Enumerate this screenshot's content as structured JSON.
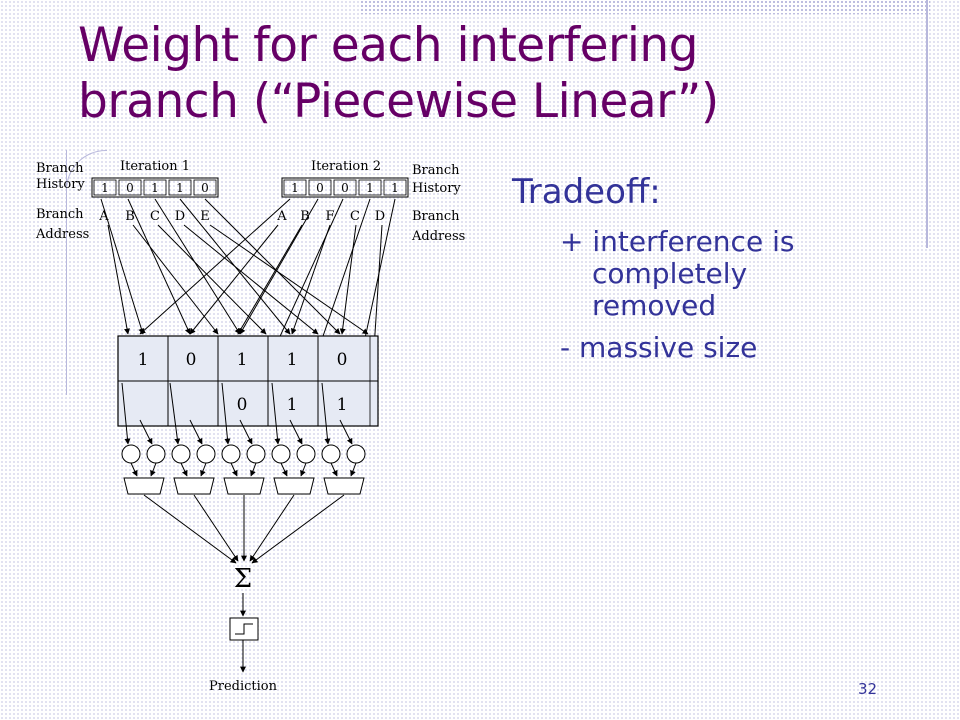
{
  "slide": {
    "title_line1": "Weight for each interfering",
    "title_line2": "branch (“Piecewise Linear”)",
    "page_number": "32",
    "colors": {
      "title": "#660066",
      "body": "#333399",
      "cell_fill": "#e6eaf4"
    }
  },
  "bullets": {
    "heading": "Tradeoff:",
    "items": [
      "+ interference is completely removed",
      "-  massive size"
    ]
  },
  "diagram": {
    "left_label_history": [
      "Branch",
      "History"
    ],
    "left_label_address": [
      "Branch",
      "Address"
    ],
    "right_label_history": [
      "Branch",
      "History"
    ],
    "right_label_address": [
      "Branch",
      "Address"
    ],
    "iteration1": "Iteration 1",
    "iteration2": "Iteration 2",
    "history1": [
      "1",
      "0",
      "1",
      "1",
      "0"
    ],
    "history2": [
      "1",
      "0",
      "0",
      "1",
      "1"
    ],
    "address1": [
      "A",
      "B",
      "C",
      "D",
      "E"
    ],
    "address2": [
      "A",
      "B",
      "F",
      "C",
      "D"
    ],
    "table_row1": [
      "1",
      "0",
      "1",
      "1",
      "0"
    ],
    "table_row2": [
      "",
      "",
      "0",
      "1",
      "1"
    ],
    "sigma": "Σ",
    "prediction": "Prediction"
  }
}
